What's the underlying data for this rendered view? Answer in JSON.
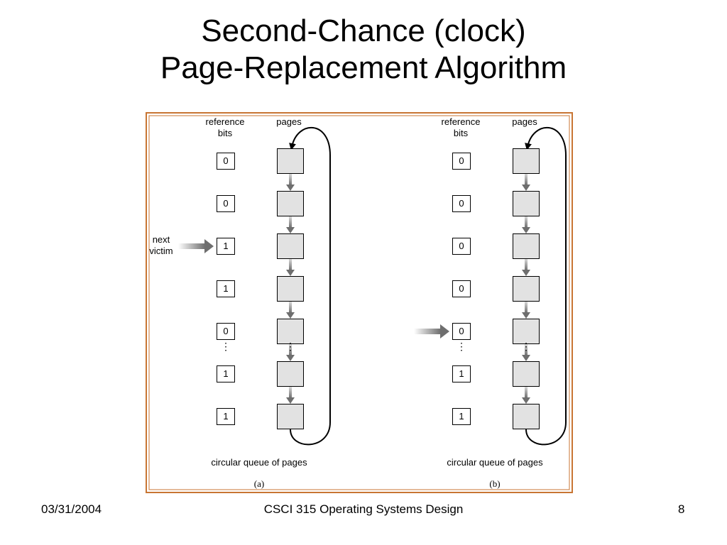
{
  "slide": {
    "title_line1": "Second-Chance (clock)",
    "title_line2": "Page-Replacement Algorithm"
  },
  "diagram": {
    "panels": [
      {
        "id": "a",
        "caption": "(a)",
        "header_reference_bits": "reference\nbits",
        "header_pages": "pages",
        "bits": [
          "0",
          "0",
          "1",
          "1",
          "0",
          "1",
          "1"
        ],
        "victim_index": 2,
        "victim_label": "next\nvictim",
        "ellipsis": "⋮",
        "queue_label": "circular queue of pages"
      },
      {
        "id": "b",
        "caption": "(b)",
        "header_reference_bits": "reference\nbits",
        "header_pages": "pages",
        "bits": [
          "0",
          "0",
          "0",
          "0",
          "0",
          "1",
          "1"
        ],
        "victim_index": 4,
        "victim_label": "",
        "ellipsis": "⋮",
        "queue_label": "circular queue of pages"
      }
    ]
  },
  "footer": {
    "date": "03/31/2004",
    "course": "CSCI 315 Operating Systems Design",
    "page_number": "8"
  },
  "colors": {
    "frame_border": "#c87533",
    "page_fill": "#e2e2e2",
    "arrow_gray": "#8a8a8a"
  }
}
